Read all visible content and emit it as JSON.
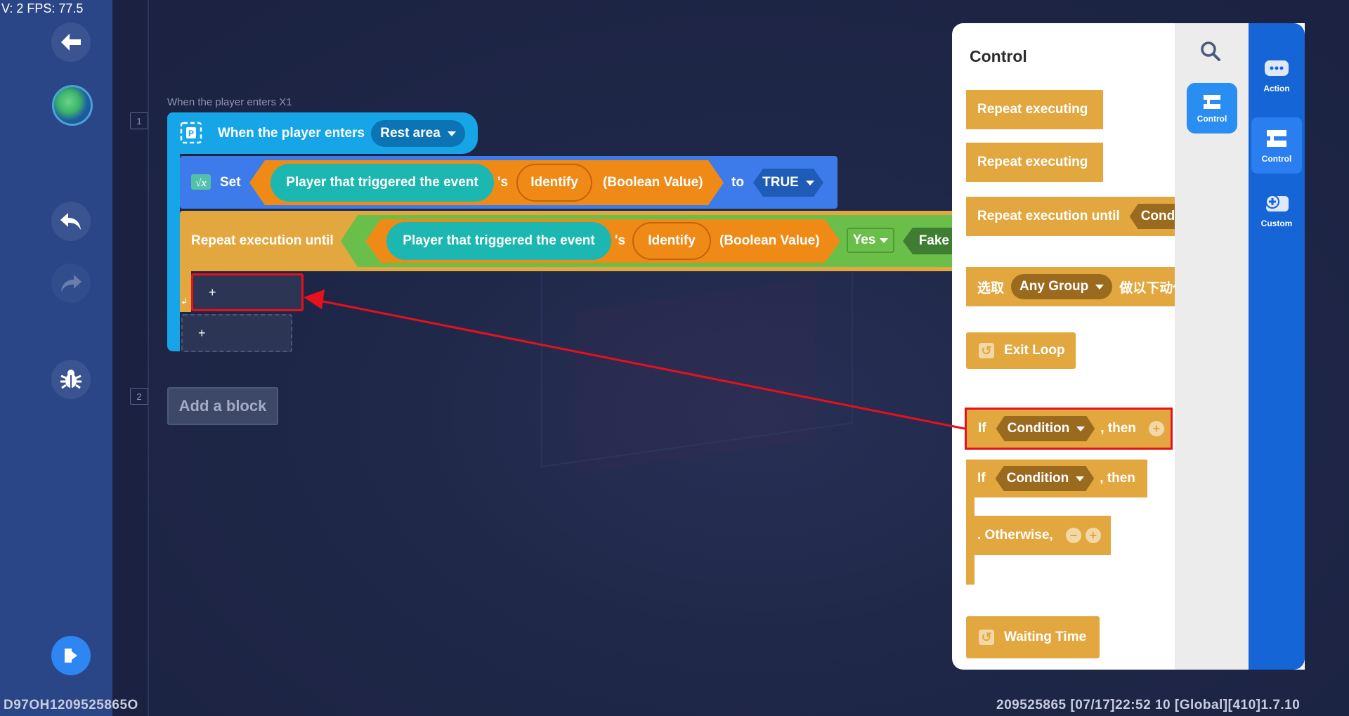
{
  "hud": {
    "fps": "V: 2 FPS: 77.5"
  },
  "footer": {
    "left": "D97OH1209525865O",
    "right": "209525865    [07/17]22:52 10  [Global][410]1.7.10"
  },
  "script": {
    "line_numbers": [
      "1",
      "2"
    ],
    "header": "When the player enters X1",
    "event": {
      "label": "When the player enters",
      "area": "Rest area"
    },
    "set_row": {
      "set": "Set",
      "player": "Player that triggered the event",
      "poss": "'s",
      "identify": "Identify",
      "bool": "(Boolean Value)",
      "to": "to",
      "value": "TRUE"
    },
    "repeat_row": {
      "label": "Repeat execution until",
      "player": "Player that triggered the event",
      "poss": "'s",
      "identify": "Identify",
      "bool": "(Boolean Value)",
      "yes": "Yes",
      "fake": "Fake"
    },
    "slot_plus": "+",
    "add_block": "Add a block"
  },
  "panel": {
    "title": "Control",
    "blocks": {
      "repeat1": "Repeat executing",
      "repeat2": "Repeat executing",
      "repeat_until": "Repeat execution until",
      "repeat_until_cond": "Condi",
      "select_prefix": "选取",
      "select_group": "Any Group",
      "select_suffix": "做以下动作",
      "exit_loop": "Exit Loop",
      "if1_if": "If",
      "if1_cond": "Condition",
      "if1_then": ", then",
      "if2_if": "If",
      "if2_cond": "Condition",
      "if2_then": ", then",
      "otherwise": ". Otherwise,",
      "waiting": "Waiting Time"
    },
    "category": {
      "label": "Control"
    },
    "tabs": [
      {
        "label": "Action"
      },
      {
        "label": "Control"
      },
      {
        "label": "Custom"
      }
    ]
  },
  "colors": {
    "accent_blue": "#2d86f2",
    "block_orange": "#e2a83f",
    "highlight_red": "#e8101b"
  }
}
